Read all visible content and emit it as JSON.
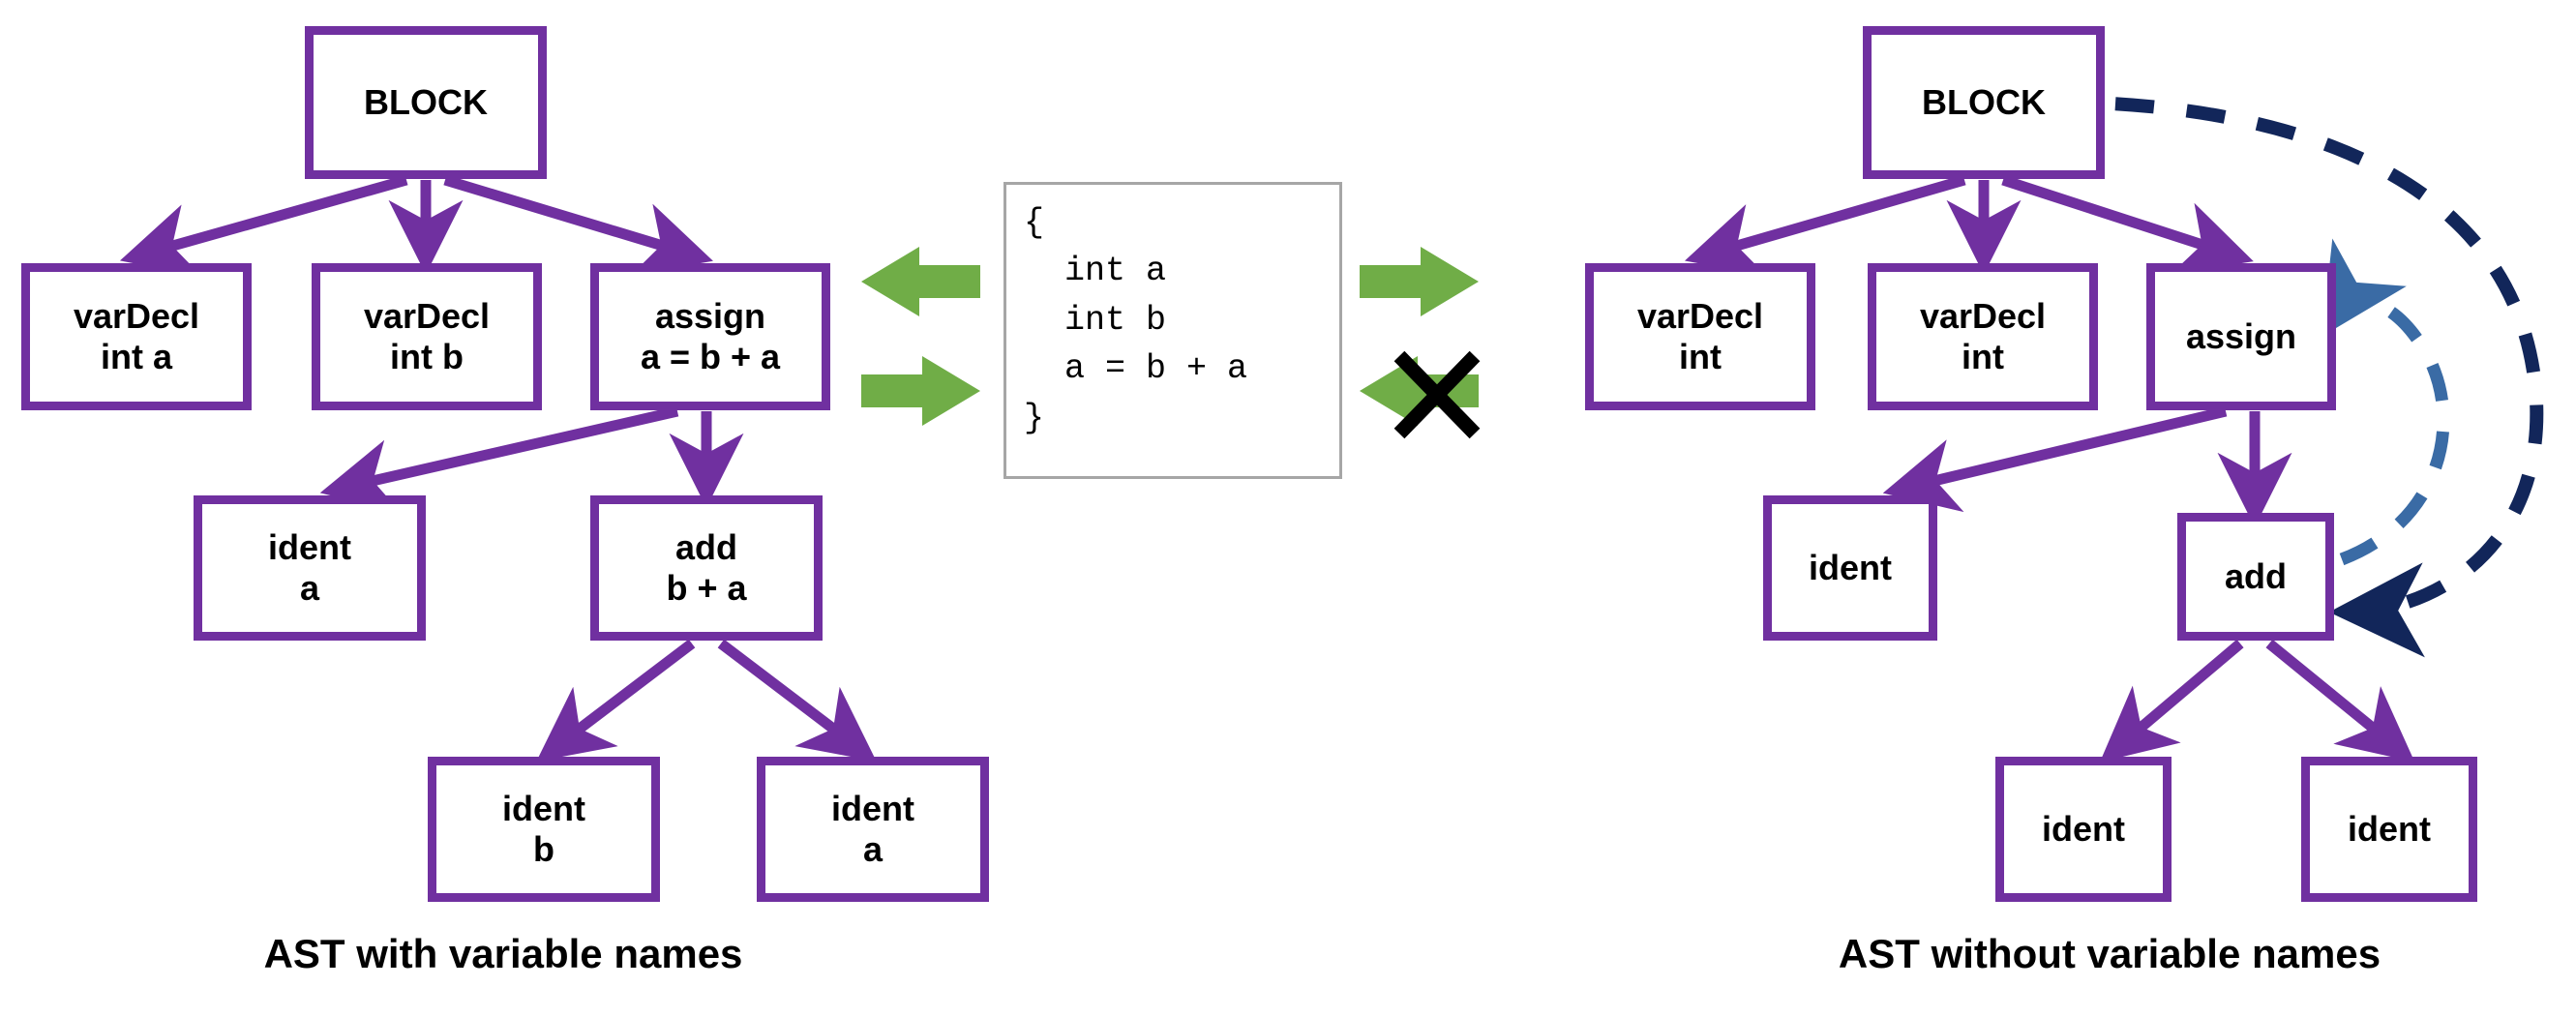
{
  "diagram": {
    "title_left": "AST with variable names",
    "title_right": "AST without variable names",
    "colors": {
      "node_border": "#7030A0",
      "node_fill": "#FFFFFF",
      "edge": "#7030A0",
      "green_arrow": "#70AD47",
      "code_border": "#A6A6A6",
      "dash_dark": "#12265A",
      "dash_light": "#3A6BA5",
      "x_mark": "#000000",
      "text": "#000000"
    },
    "code_panel": {
      "lines": [
        "{",
        "  int a",
        "  int b",
        "  a = b + a",
        "}"
      ],
      "text": "{\n  int a\n  int b\n  a = b + a\n}"
    },
    "left_tree": {
      "nodes": [
        {
          "id": "l-block",
          "line1": "BLOCK",
          "line2": ""
        },
        {
          "id": "l-vardecl-a",
          "line1": "varDecl",
          "line2": "int a"
        },
        {
          "id": "l-vardecl-b",
          "line1": "varDecl",
          "line2": "int b"
        },
        {
          "id": "l-assign",
          "line1": "assign",
          "line2": "a = b + a"
        },
        {
          "id": "l-ident-a",
          "line1": "ident",
          "line2": "a"
        },
        {
          "id": "l-add",
          "line1": "add",
          "line2": "b + a"
        },
        {
          "id": "l-ident-b2",
          "line1": "ident",
          "line2": "b"
        },
        {
          "id": "l-ident-a2",
          "line1": "ident",
          "line2": "a"
        }
      ]
    },
    "right_tree": {
      "nodes": [
        {
          "id": "r-block",
          "line1": "BLOCK",
          "line2": ""
        },
        {
          "id": "r-vardecl-1",
          "line1": "varDecl",
          "line2": "int"
        },
        {
          "id": "r-vardecl-2",
          "line1": "varDecl",
          "line2": "int"
        },
        {
          "id": "r-assign",
          "line1": "assign",
          "line2": ""
        },
        {
          "id": "r-ident-1",
          "line1": "ident",
          "line2": ""
        },
        {
          "id": "r-add",
          "line1": "add",
          "line2": ""
        },
        {
          "id": "r-ident-2",
          "line1": "ident",
          "line2": ""
        },
        {
          "id": "r-ident-3",
          "line1": "ident",
          "line2": ""
        }
      ]
    },
    "annotations": {
      "x_mark_label": "X",
      "green_arrow_left_top": "parse-direction-left",
      "green_arrow_left_bottom": "unparse-direction-left",
      "green_arrow_right_top": "parse-direction-right",
      "green_arrow_right_bottom_blocked": "unparse-direction-right-blocked"
    }
  }
}
